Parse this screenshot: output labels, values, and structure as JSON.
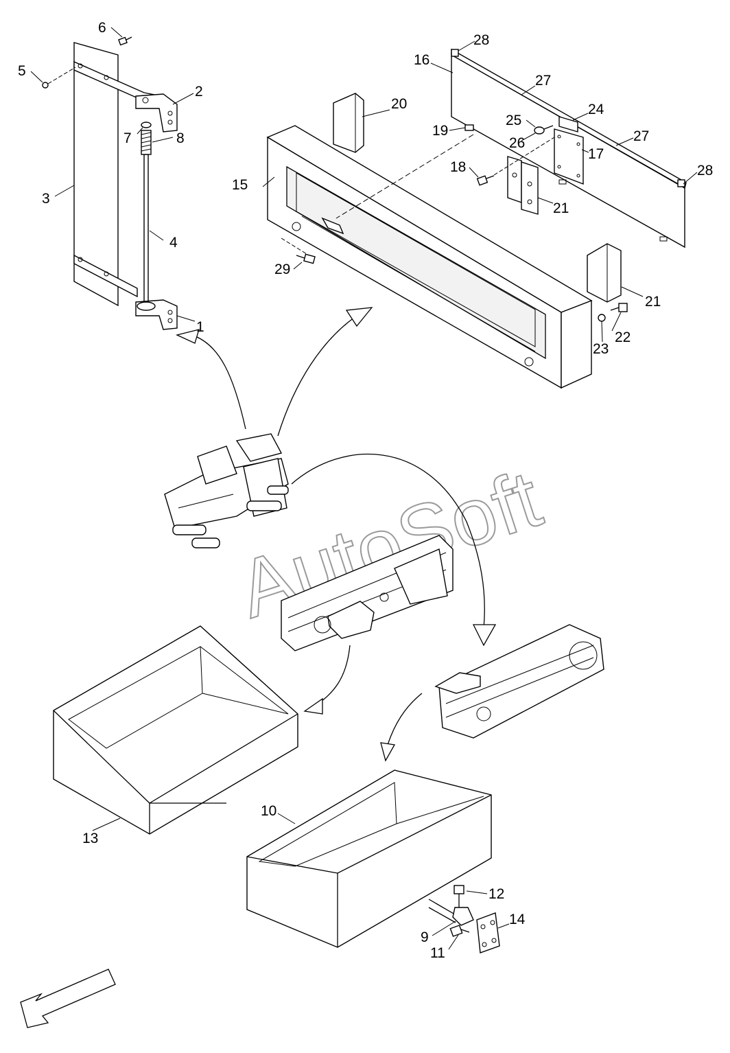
{
  "callouts": [
    {
      "id": "1",
      "text": "1"
    },
    {
      "id": "2",
      "text": "2"
    },
    {
      "id": "3",
      "text": "3"
    },
    {
      "id": "4",
      "text": "4"
    },
    {
      "id": "5",
      "text": "5"
    },
    {
      "id": "6",
      "text": "6"
    },
    {
      "id": "7",
      "text": "7"
    },
    {
      "id": "8",
      "text": "8"
    },
    {
      "id": "9",
      "text": "9"
    },
    {
      "id": "10",
      "text": "10"
    },
    {
      "id": "11",
      "text": "11"
    },
    {
      "id": "12",
      "text": "12"
    },
    {
      "id": "13",
      "text": "13"
    },
    {
      "id": "14",
      "text": "14"
    },
    {
      "id": "15",
      "text": "15"
    },
    {
      "id": "16",
      "text": "16"
    },
    {
      "id": "17",
      "text": "17"
    },
    {
      "id": "18",
      "text": "18"
    },
    {
      "id": "19",
      "text": "19"
    },
    {
      "id": "20",
      "text": "20"
    },
    {
      "id": "21a",
      "text": "21"
    },
    {
      "id": "21b",
      "text": "21"
    },
    {
      "id": "22",
      "text": "22"
    },
    {
      "id": "23",
      "text": "23"
    },
    {
      "id": "24",
      "text": "24"
    },
    {
      "id": "25",
      "text": "25"
    },
    {
      "id": "26",
      "text": "26"
    },
    {
      "id": "27a",
      "text": "27"
    },
    {
      "id": "27b",
      "text": "27"
    },
    {
      "id": "28a",
      "text": "28"
    },
    {
      "id": "28b",
      "text": "28"
    },
    {
      "id": "29",
      "text": "29"
    }
  ],
  "watermark": {
    "text": "AutoSoft"
  }
}
